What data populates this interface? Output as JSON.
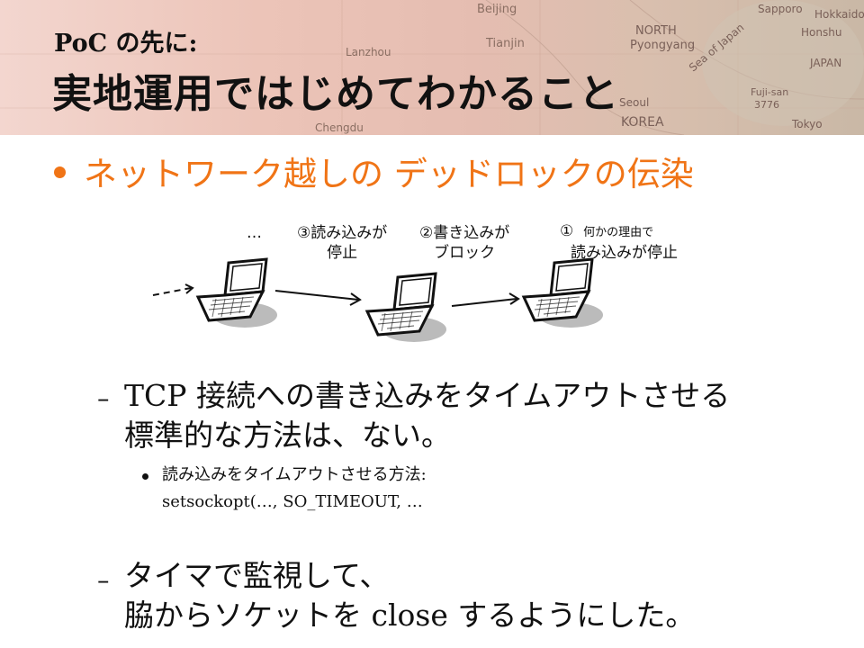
{
  "header": {
    "subtitle": "PoC の先に:",
    "title": "実地運用ではじめてわかること",
    "map_labels": [
      "Beijing",
      "Tianjin",
      "Lanzhou",
      "NORTH",
      "Pyongyang",
      "Seoul",
      "KOREA",
      "Sea of Japan",
      "Sapporo",
      "Hokkaido",
      "Honshu",
      "JAPAN",
      "Fuji-san",
      "3776",
      "Tokyo",
      "Chengdu"
    ]
  },
  "bullet": "ネットワーク越しの デッドロックの伝染",
  "diagram": {
    "ellipsis": "…",
    "label3_line1": "③読み込みが",
    "label3_line2": "停止",
    "label2_line1": "②書き込みが",
    "label2_line2": "ブロック",
    "label1_num": "①",
    "label1_small": "何かの理由で",
    "label1_line2": "読み込みが停止"
  },
  "items": [
    {
      "dash": "–",
      "line1_prefix": "TCP",
      "line1_rest": " 接続への書き込みをタイムアウトさせる",
      "line2": "標準的な方法は、ない。"
    },
    {
      "dash": "–",
      "line1": "タイマで監視して、",
      "line2_a": "脇からソケットを ",
      "line2_code": "close",
      "line2_b": " するようにした。"
    }
  ],
  "subbullet": {
    "line1_a": "読み込みをタイムアウトさせる方法",
    "line1_b": ":",
    "line2": "setsockopt(…, SO_TIMEOUT, …"
  },
  "colors": {
    "accent": "#f07416",
    "text": "#111111"
  }
}
